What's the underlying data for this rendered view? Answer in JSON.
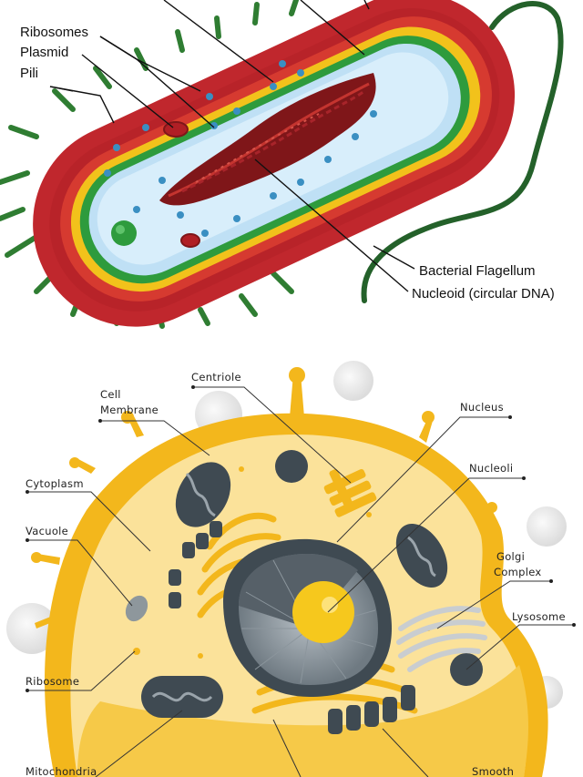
{
  "bacteria": {
    "labels": {
      "ribosomes": "Ribosomes",
      "plasmid": "Plasmid",
      "pili": "Pili",
      "flagellum": "Bacterial Flagellum",
      "nucleoid": "Nucleoid (circular DNA)"
    },
    "colors": {
      "capsule": "#c0272d",
      "cell_wall": "#f2c21b",
      "membrane": "#2e9b3d",
      "cytoplasm": "#bfe0f5",
      "dna": "#9b1b1f",
      "pili": "#2f7d32"
    }
  },
  "animal_cell": {
    "labels": {
      "centriole": "Centriole",
      "cell_membrane_line1": "Cell",
      "cell_membrane_line2": "Membrane",
      "nucleus": "Nucleus",
      "nucleoli": "Nucleoli",
      "cytoplasm": "Cytoplasm",
      "vacuole": "Vacuole",
      "golgi_line1": "Golgi",
      "golgi_line2": "Complex",
      "lysosome": "Lysosome",
      "ribosome": "Ribosome",
      "mitochondria": "Mitochondria",
      "smooth": "Smooth"
    },
    "colors": {
      "membrane": "#f3b71c",
      "cytoplasm": "#fbe29a",
      "organelle_dark": "#3f4a52",
      "nucleus": "#5a646b",
      "nucleolus": "#f6c81d"
    }
  }
}
